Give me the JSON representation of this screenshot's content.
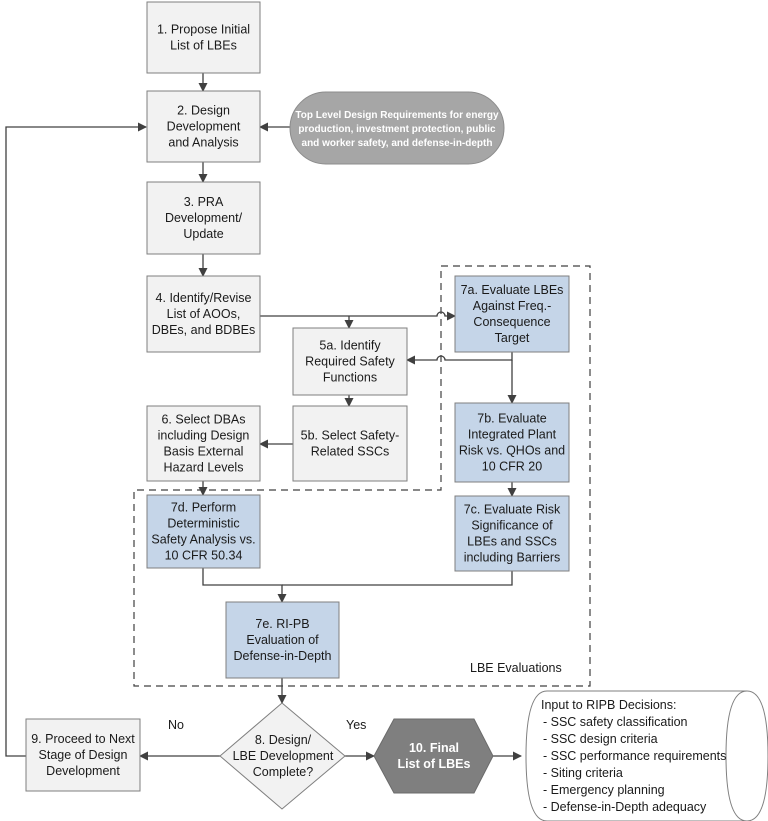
{
  "colors": {
    "gray_box_fill": "#f2f2f2",
    "blue_box_fill": "#c5d5e8",
    "box_stroke": "#7f7f7f",
    "oval_fill": "#a6a6a6",
    "final_fill": "#7f7f7f",
    "line": "#404040"
  },
  "nodes": {
    "n1": {
      "lines": [
        "1. Propose Initial",
        "List of LBEs"
      ]
    },
    "n2": {
      "lines": [
        "2. Design",
        "Development",
        "and Analysis"
      ]
    },
    "top_req": {
      "lines": [
        "Top Level Design Requirements for energy",
        "production, investment protection, public",
        "and worker safety, and defense-in-depth"
      ]
    },
    "n3": {
      "lines": [
        "3. PRA",
        "Development/",
        "Update"
      ]
    },
    "n4": {
      "lines": [
        "4. Identify/Revise",
        "List of AOOs,",
        "DBEs, and BDBEs"
      ]
    },
    "n5a": {
      "lines": [
        "5a. Identify",
        "Required Safety",
        "Functions"
      ]
    },
    "n5b": {
      "lines": [
        "5b. Select Safety-",
        "Related SSCs"
      ]
    },
    "n6": {
      "lines": [
        "6. Select DBAs",
        "including Design",
        "Basis External",
        "Hazard Levels"
      ]
    },
    "n7a": {
      "lines": [
        "7a. Evaluate LBEs",
        "Against Freq.-",
        "Consequence",
        "Target"
      ]
    },
    "n7b": {
      "lines": [
        "7b. Evaluate",
        "Integrated Plant",
        "Risk vs. QHOs and",
        "10 CFR 20"
      ]
    },
    "n7c": {
      "lines": [
        "7c. Evaluate Risk",
        "Significance of",
        "LBEs and SSCs",
        "including Barriers"
      ]
    },
    "n7d": {
      "lines": [
        "7d. Perform",
        "Deterministic",
        "Safety Analysis vs.",
        "10 CFR 50.34"
      ]
    },
    "n7e": {
      "lines": [
        "7e. RI-PB",
        "Evaluation of",
        "Defense-in-Depth"
      ]
    },
    "n8": {
      "lines": [
        "8. Design/",
        "LBE Development",
        "Complete?"
      ]
    },
    "n9": {
      "lines": [
        "9.  Proceed to Next",
        "Stage of Design",
        "Development"
      ]
    },
    "n10": {
      "lines": [
        "10. Final",
        "List of LBEs"
      ]
    }
  },
  "labels": {
    "no": "No",
    "yes": "Yes",
    "lbe_evaluations": "LBE Evaluations"
  },
  "ripb": {
    "title": "Input to RIPB Decisions:",
    "items": [
      "- SSC safety classification",
      "- SSC design criteria",
      "- SSC performance requirements",
      "- Siting criteria",
      "- Emergency planning",
      "- Defense-in-Depth adequacy"
    ]
  }
}
